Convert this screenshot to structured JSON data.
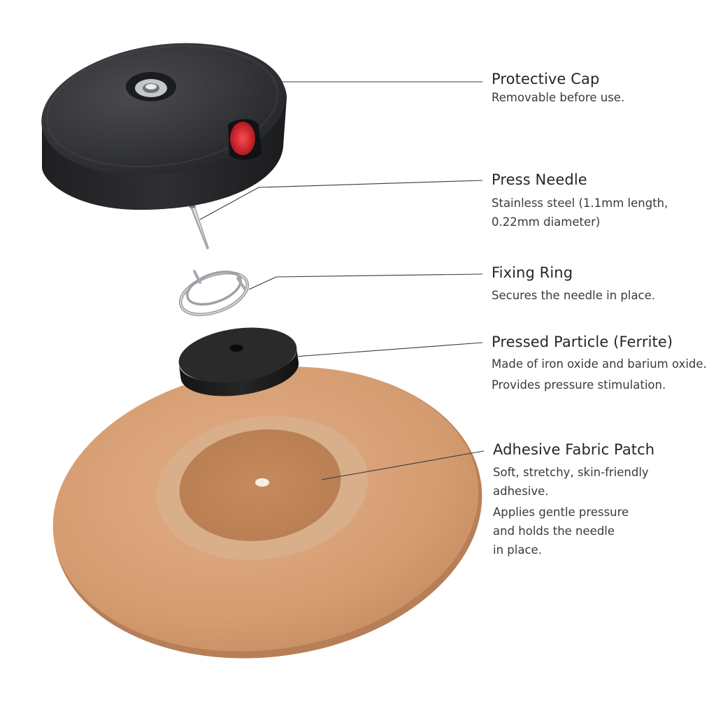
{
  "components": [
    {
      "id": "protective_cap",
      "title": "Protective Cap",
      "description": [
        "Removable before use."
      ]
    },
    {
      "id": "press_needle",
      "title": "Press Needle",
      "description": [
        "Stainless steel (1.1mm length,",
        "0.22mm diameter)"
      ]
    },
    {
      "id": "fixing_ring",
      "title": "Fixing Ring",
      "description": [
        "Secures the needle in place."
      ]
    },
    {
      "id": "pressed_particle",
      "title": "Pressed Particle (Ferrite)",
      "description": [
        "Made of iron oxide and barium oxide.",
        "Provides pressure stimulation."
      ]
    },
    {
      "id": "adhesive_patch",
      "title": "Adhesive Fabric Patch",
      "description": [
        "Soft, stretchy, skin-friendly",
        "adhesive.",
        "Applies gentle pressure",
        "and holds the needle",
        "in place."
      ]
    }
  ],
  "colors": {
    "background": "#ffffff",
    "cap": "#2c2d2f",
    "cap_accent_red": "#c8202a",
    "metal": "#b9bcc0",
    "ferrite": "#1f1f1f",
    "patch": "#d69d72",
    "patch_center": "#c28558",
    "leader_line": "#3a3a3a"
  }
}
